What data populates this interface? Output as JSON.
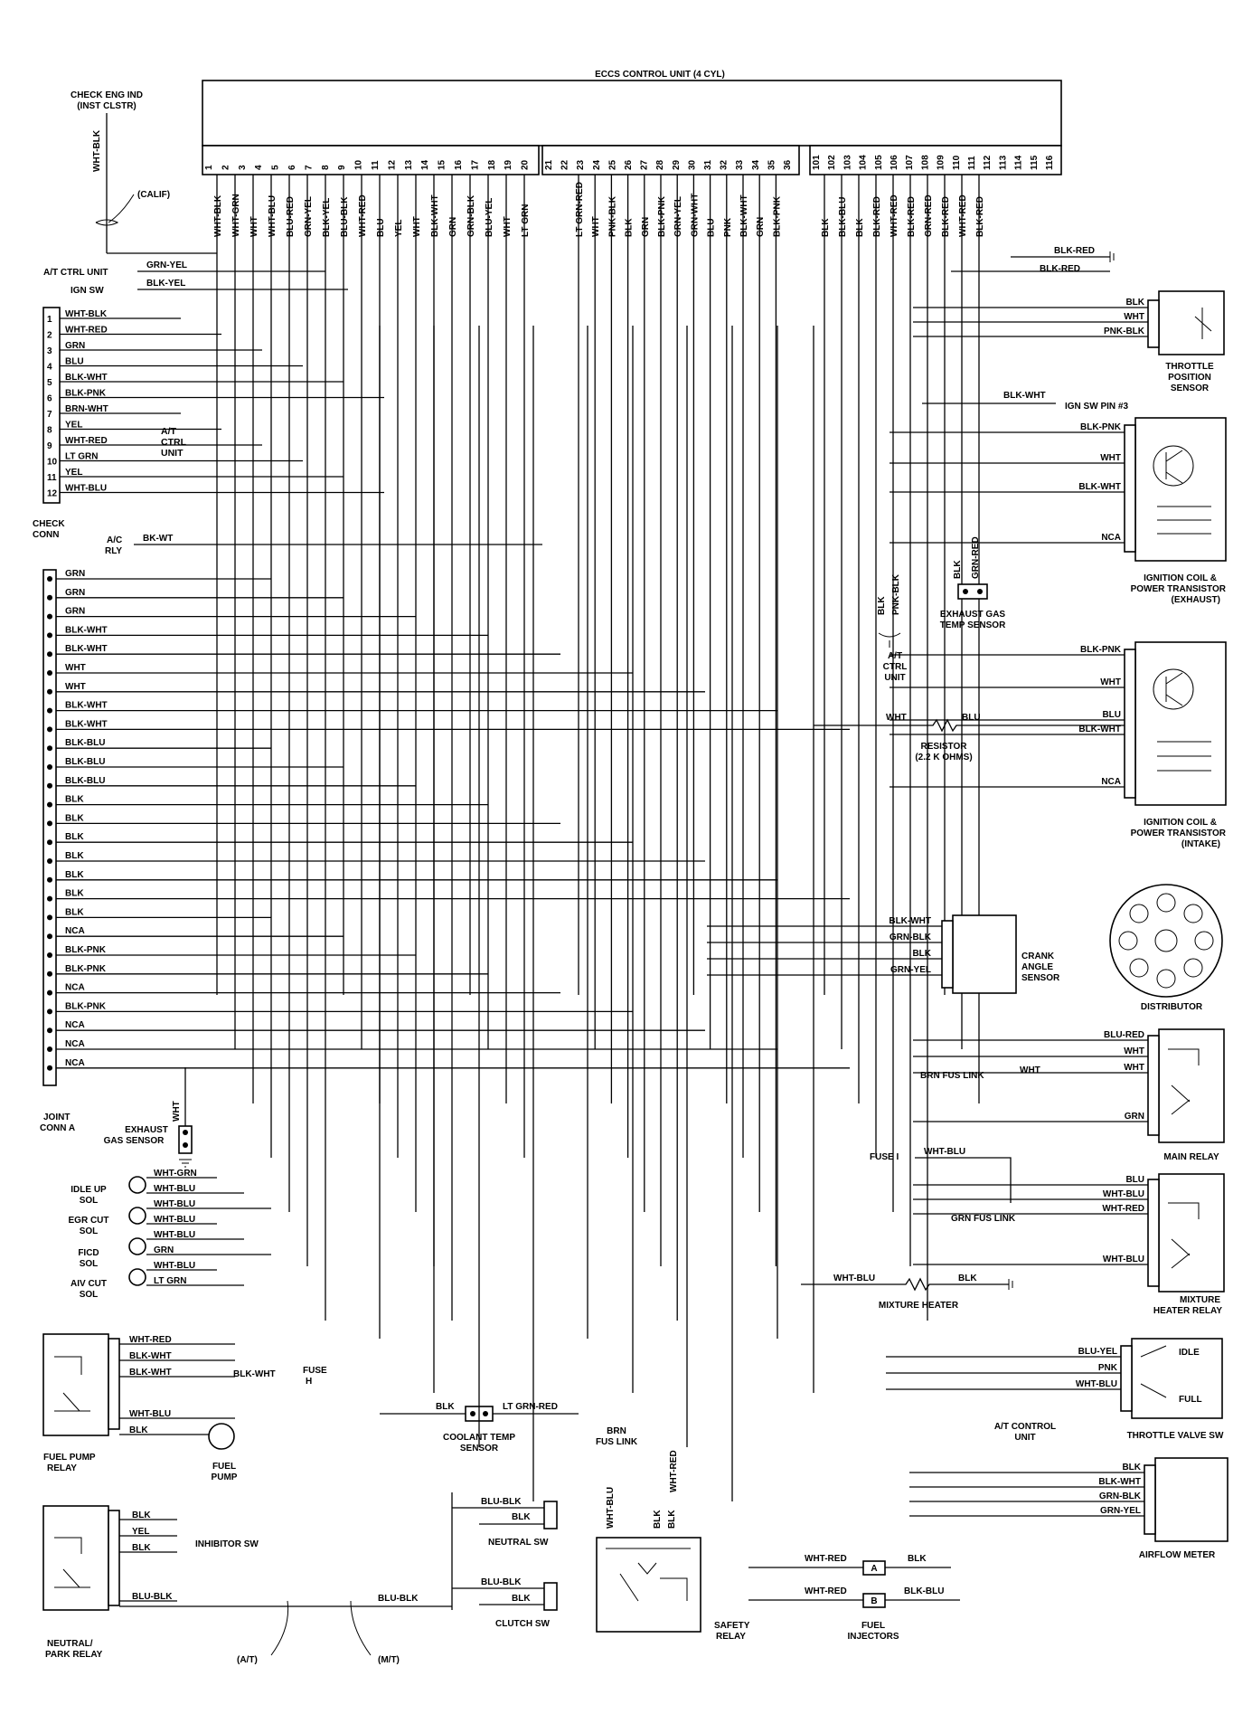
{
  "ecu": {
    "title": "ECCS CONTROL UNIT (4 CYL)",
    "pins_a": [
      "1",
      "2",
      "3",
      "4",
      "5",
      "6",
      "7",
      "8",
      "9",
      "10",
      "11",
      "12",
      "13",
      "14",
      "15",
      "16",
      "17",
      "18",
      "19",
      "20"
    ],
    "pins_b": [
      "21",
      "22",
      "23",
      "24",
      "25",
      "26",
      "27",
      "28",
      "29",
      "30",
      "31",
      "32",
      "33",
      "34",
      "35",
      "36"
    ],
    "pins_c": [
      "101",
      "102",
      "103",
      "104",
      "105",
      "106",
      "107",
      "108",
      "109",
      "110",
      "111",
      "112",
      "113",
      "114",
      "115",
      "116"
    ],
    "wires_a": [
      "WHT-BLK",
      "WHT-GRN",
      "WHT",
      "WHT-BLU",
      "BLU-RED",
      "GRN-YEL",
      "BLK-YEL",
      "BLU-BLK",
      "WHT-RED",
      "BLU",
      "YEL",
      "WHT",
      "BLK-WHT",
      "GRN",
      "GRN-BLK",
      "BLU-YEL",
      "WHT",
      "LT GRN"
    ],
    "wires_b": [
      "LT GRN-RED",
      "WHT",
      "PNK-BLK",
      "BLK",
      "GRN",
      "BLK-PNK",
      "GRN-YEL",
      "GRN-WHT",
      "BLU",
      "PNK",
      "BLK-WHT",
      "GRN",
      "BLK-PNK"
    ],
    "wires_c": [
      "BLK",
      "BLK-BLU",
      "BLK",
      "BLK-RED",
      "WHT-RED",
      "BLK-RED",
      "GRN-RED",
      "BLK-RED",
      "WHT-RED",
      "BLK-RED"
    ]
  },
  "labels": {
    "check_eng": "CHECK ENG IND",
    "inst_clstr": "(INST CLSTR)",
    "wht_blk_vert": "WHT-BLK",
    "calif": "(CALIF)",
    "at_ctrl_unit": "A/T CTRL UNIT",
    "grn_yel": "GRN-YEL",
    "ign_sw": "IGN SW",
    "blk_yel": "BLK-YEL",
    "check_conn_1": "CHECK",
    "check_conn_2": "CONN",
    "ac_rly_1": "A/C",
    "ac_rly_2": "RLY",
    "bk_wt": "BK-WT",
    "at_ctrl_unit_short_1": "A/T",
    "at_ctrl_unit_short_2": "CTRL",
    "at_ctrl_unit_short_3": "UNIT",
    "joint_conn_1": "JOINT",
    "joint_conn_2": "CONN A",
    "exhaust_gas_sensor_1": "EXHAUST",
    "exhaust_gas_sensor_2": "GAS SENSOR",
    "wht_vert": "WHT"
  },
  "check_conn": {
    "pins": [
      "1",
      "2",
      "3",
      "4",
      "5",
      "6",
      "7",
      "8",
      "9",
      "10",
      "11",
      "12"
    ],
    "wires": [
      "WHT-BLK",
      "WHT-RED",
      "GRN",
      "BLU",
      "BLK-WHT",
      "BLK-PNK",
      "BRN-WHT",
      "YEL",
      "WHT-RED",
      "LT GRN",
      "YEL",
      "WHT-BLU"
    ]
  },
  "joint_conn": {
    "wires": [
      "GRN",
      "GRN",
      "GRN",
      "BLK-WHT",
      "BLK-WHT",
      "WHT",
      "WHT",
      "BLK-WHT",
      "BLK-WHT",
      "BLK-BLU",
      "BLK-BLU",
      "BLK-BLU",
      "BLK",
      "BLK",
      "BLK",
      "BLK",
      "BLK",
      "BLK",
      "BLK",
      "NCA",
      "BLK-PNK",
      "BLK-PNK",
      "NCA",
      "BLK-PNK",
      "NCA",
      "NCA",
      "NCA"
    ]
  },
  "solenoids": {
    "idle_up_1": "IDLE UP",
    "idle_up_2": "SOL",
    "egr_cut_1": "EGR CUT",
    "egr_cut_2": "SOL",
    "ficd_1": "FICD",
    "ficd_2": "SOL",
    "aiv_cut_1": "AIV CUT",
    "aiv_cut_2": "SOL",
    "wires": [
      "WHT-GRN",
      "WHT-BLU",
      "WHT-BLU",
      "WHT-BLU",
      "WHT-BLU",
      "GRN",
      "WHT-BLU",
      "LT GRN"
    ]
  },
  "fuel_pump": {
    "relay_1": "FUEL PUMP",
    "relay_2": "RELAY",
    "pump_1": "FUEL",
    "pump_2": "PUMP",
    "wires": [
      "WHT-RED",
      "BLK-WHT",
      "BLK-WHT",
      "WHT-BLU",
      "BLK"
    ],
    "fuse_wire": "BLK-WHT",
    "fuse_1": "FUSE",
    "fuse_2": "H"
  },
  "neutral": {
    "relay_1": "NEUTRAL/",
    "relay_2": "PARK RELAY",
    "wires": [
      "BLK",
      "YEL",
      "BLK",
      "BLU-BLK"
    ],
    "inhibitor": "INHIBITOR SW",
    "at": "(A/T)",
    "mt": "(M/T)",
    "blu_blk": "BLU-BLK"
  },
  "coolant": {
    "blk": "BLK",
    "lt_grn_red": "LT GRN-RED",
    "name_1": "COOLANT TEMP",
    "name_2": "SENSOR"
  },
  "neutral_sw": {
    "w1": "BLU-BLK",
    "w2": "BLK",
    "name": "NEUTRAL SW"
  },
  "clutch_sw": {
    "w1": "BLU-BLK",
    "w2": "BLK",
    "name": "CLUTCH SW"
  },
  "safety_relay": {
    "fus_1": "BRN",
    "fus_2": "FUS LINK",
    "wires": [
      "WHT-BLU",
      "BLK",
      "BLK",
      "WHT-RED"
    ],
    "name_1": "SAFETY",
    "name_2": "RELAY"
  },
  "injectors": {
    "w1": "WHT-RED",
    "w2": "BLK",
    "w3": "WHT-RED",
    "w4": "BLK-BLU",
    "a": "A",
    "b": "B",
    "name_1": "FUEL",
    "name_2": "INJECTORS"
  },
  "tps": {
    "wires": [
      "BLK",
      "WHT",
      "PNK-BLK"
    ],
    "name_1": "THROTTLE",
    "name_2": "POSITION",
    "name_3": "SENSOR"
  },
  "blk_red_1": "BLK-RED",
  "blk_red_2": "BLK-RED",
  "ign_sw_pin": {
    "wire": "BLK-WHT",
    "label": "IGN SW PIN #3"
  },
  "coil_exh": {
    "wires": [
      "BLK-PNK",
      "WHT",
      "BLK-WHT",
      "NCA"
    ],
    "name_1": "IGNITION COIL &",
    "name_2": "POWER TRANSISTOR",
    "name_3": "(EXHAUST)"
  },
  "exh_temp": {
    "w1": "BLK",
    "w2": "GRN-RED",
    "name_1": "EXHAUST GAS",
    "name_2": "TEMP SENSOR"
  },
  "at_ctrl_mid": {
    "w1": "BLK",
    "w2": "PNK-BLK",
    "name_1": "A/T",
    "name_2": "CTRL",
    "name_3": "UNIT"
  },
  "coil_int": {
    "wires": [
      "BLK-PNK",
      "WHT",
      "BLU",
      "BLK-WHT",
      "NCA"
    ],
    "name_1": "IGNITION COIL &",
    "name_2": "POWER TRANSISTOR",
    "name_3": "(INTAKE)"
  },
  "resistor": {
    "w1": "WHT",
    "w2": "BLU",
    "name_1": "RESISTOR",
    "name_2": "(2.2 K OHMS)"
  },
  "crank": {
    "wires": [
      "BLK-WHT",
      "GRN-BLK",
      "BLK",
      "GRN-YEL"
    ],
    "name_1": "CRANK",
    "name_2": "ANGLE",
    "name_3": "SENSOR"
  },
  "distributor": "DISTRIBUTOR",
  "main_relay": {
    "wires": [
      "BLU-RED",
      "WHT",
      "WHT",
      "GRN"
    ],
    "brn_fus": "BRN FUS LINK",
    "wht": "WHT",
    "name": "MAIN RELAY"
  },
  "mix_relay": {
    "fuse": "FUSE I",
    "fuse_wire": "WHT-BLU",
    "wires": [
      "BLU",
      "WHT-BLU",
      "WHT-RED",
      "WHT-BLU"
    ],
    "grn_fus": "GRN FUS LINK",
    "name_1": "MIXTURE",
    "name_2": "HEATER RELAY"
  },
  "mix_heater": {
    "w1": "WHT-BLU",
    "w2": "BLK",
    "name": "MIXTURE HEATER"
  },
  "throttle_valve": {
    "wires": [
      "BLU-YEL",
      "PNK",
      "WHT-BLU"
    ],
    "idle": "IDLE",
    "full": "FULL",
    "at_1": "A/T CONTROL",
    "at_2": "UNIT",
    "name": "THROTTLE VALVE SW"
  },
  "airflow": {
    "wires": [
      "BLK",
      "BLK-WHT",
      "GRN-BLK",
      "GRN-YEL"
    ],
    "name": "AIRFLOW METER"
  }
}
